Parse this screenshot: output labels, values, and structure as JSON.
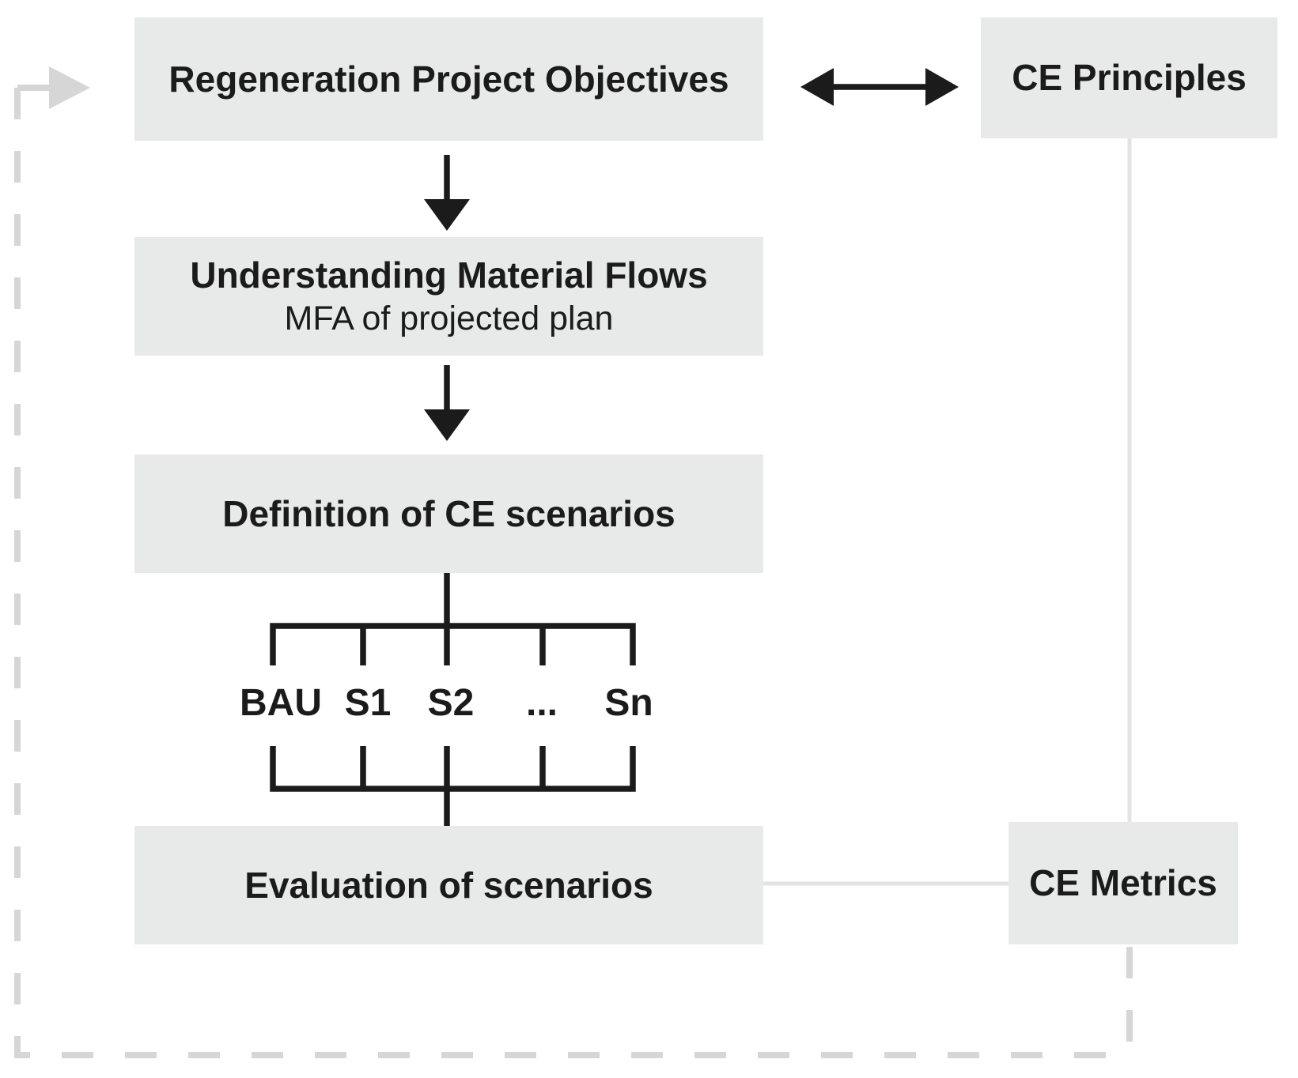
{
  "colors": {
    "box_fill": "#e8e9e9",
    "text": "#1b1b1b",
    "line_dark": "#1b1b1b",
    "line_light": "#e3e3e3",
    "feedback_gray": "#d6d6d6",
    "background": "#ffffff"
  },
  "boxes": {
    "regeneration": {
      "label": "Regeneration Project Objectives"
    },
    "understanding": {
      "title": "Understanding Material Flows",
      "subtitle": "MFA of projected plan"
    },
    "definition": {
      "label": "Definition of CE scenarios"
    },
    "evaluation": {
      "label": "Evaluation of scenarios"
    },
    "ce_principles": {
      "label": "CE Principles"
    },
    "ce_metrics": {
      "label": "CE Metrics"
    }
  },
  "fan": {
    "labels": [
      "BAU",
      "S1",
      "S2",
      "...",
      "Sn"
    ]
  }
}
